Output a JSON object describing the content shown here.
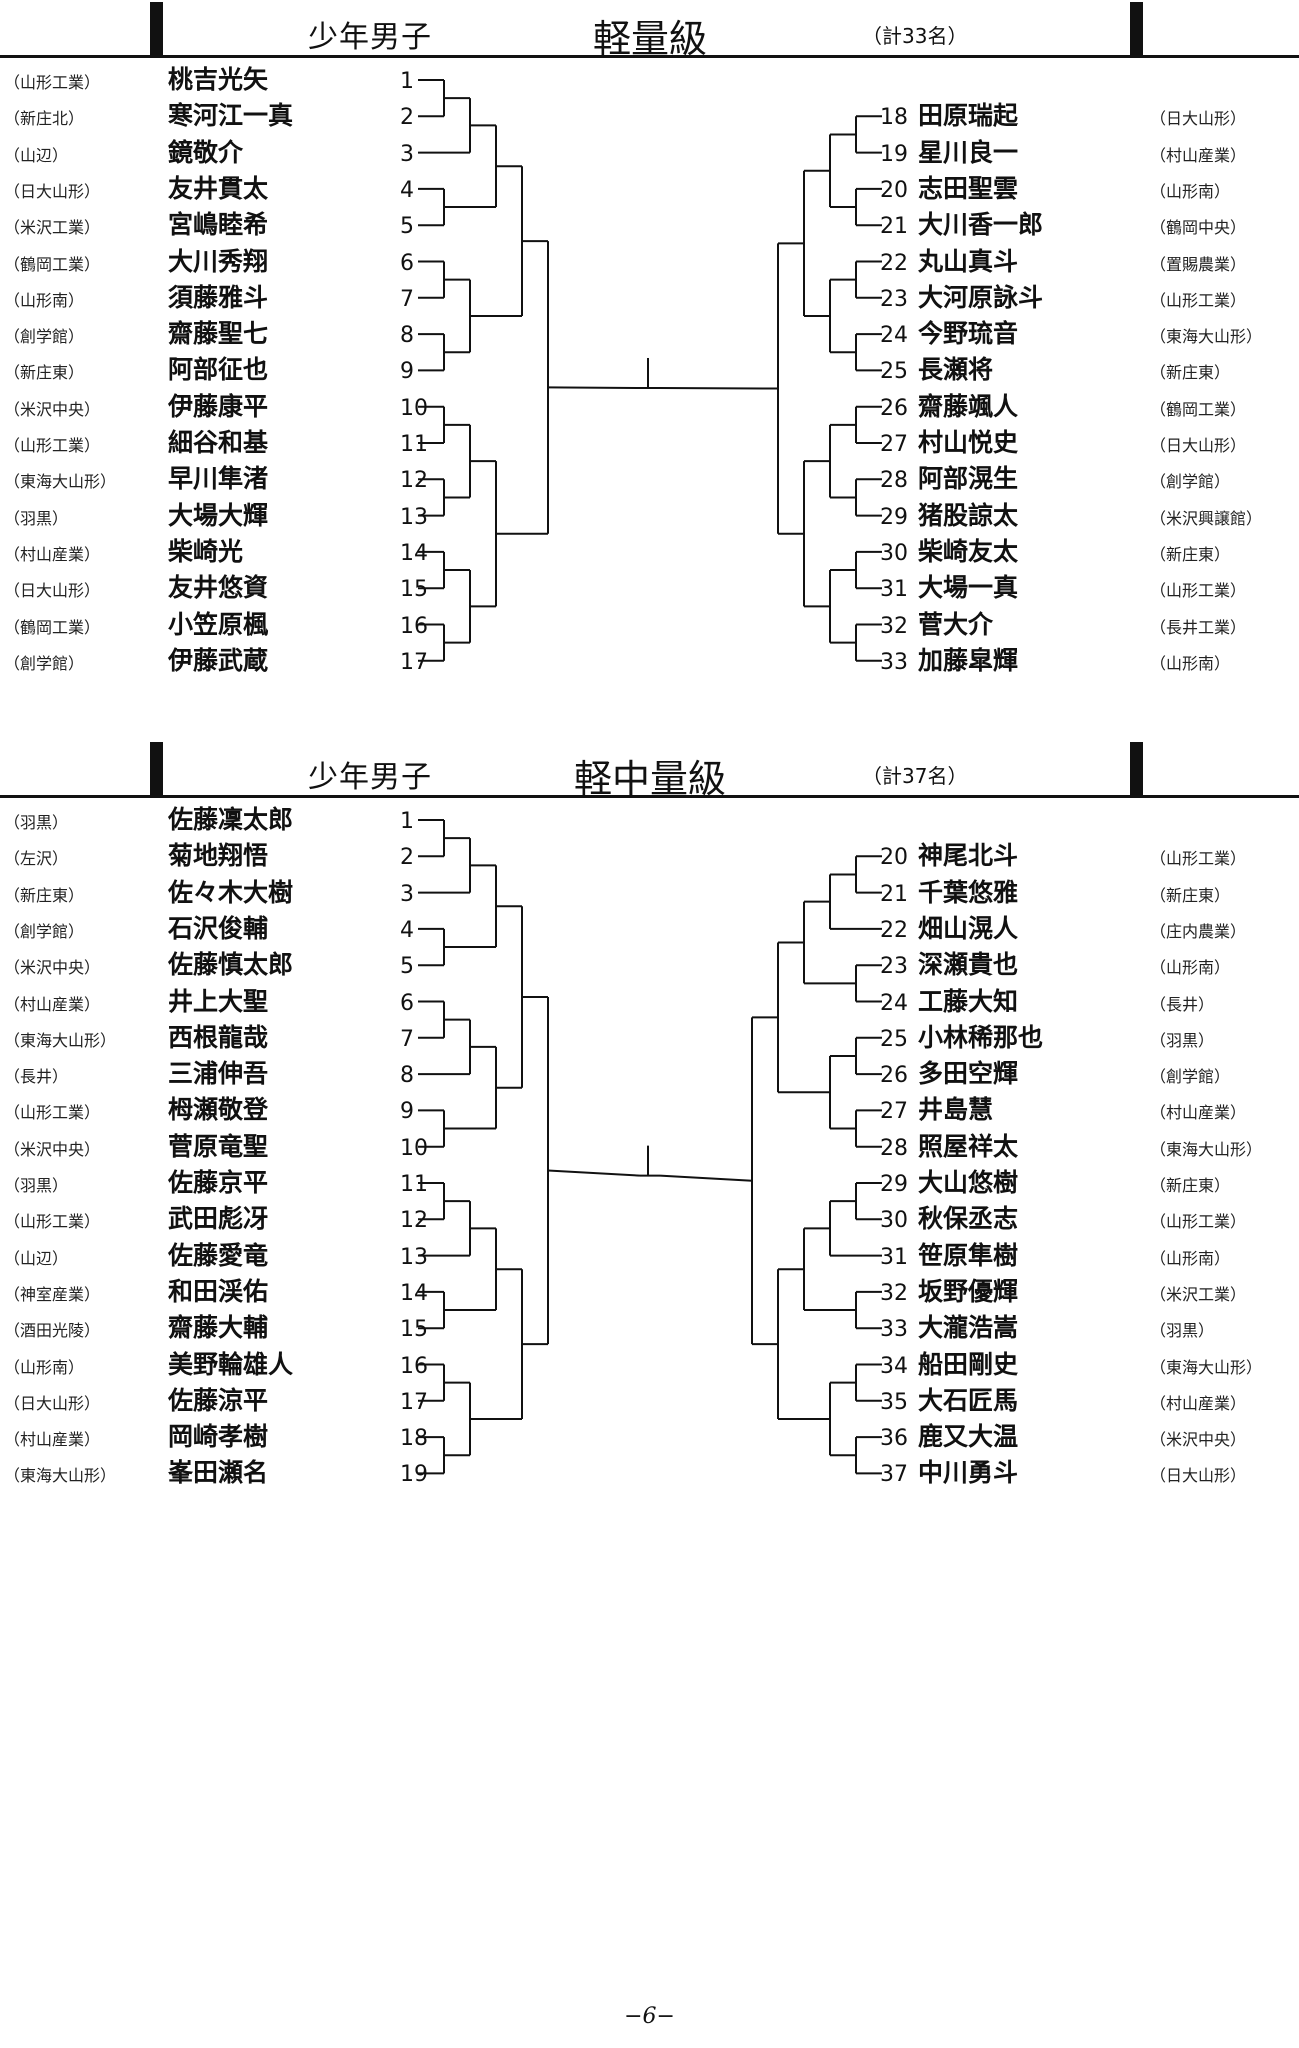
{
  "sections": [
    {
      "category": "少年男子",
      "weight_class": "軽量級",
      "total": "（計33名）",
      "left": [
        {
          "school": "（山形工業）",
          "name": "桃吉光矢",
          "num": "1"
        },
        {
          "school": "（新庄北）",
          "name": "寒河江一真",
          "num": "2"
        },
        {
          "school": "（山辺）",
          "name": "鏡敬介",
          "num": "3"
        },
        {
          "school": "（日大山形）",
          "name": "友井貫太",
          "num": "4"
        },
        {
          "school": "（米沢工業）",
          "name": "宮嶋睦希",
          "num": "5"
        },
        {
          "school": "（鶴岡工業）",
          "name": "大川秀翔",
          "num": "6"
        },
        {
          "school": "（山形南）",
          "name": "須藤雅斗",
          "num": "7"
        },
        {
          "school": "（創学館）",
          "name": "齋藤聖七",
          "num": "8"
        },
        {
          "school": "（新庄東）",
          "name": "阿部征也",
          "num": "9"
        },
        {
          "school": "（米沢中央）",
          "name": "伊藤康平",
          "num": "10"
        },
        {
          "school": "（山形工業）",
          "name": "細谷和基",
          "num": "11"
        },
        {
          "school": "（東海大山形）",
          "name": "早川隼渚",
          "num": "12"
        },
        {
          "school": "（羽黒）",
          "name": "大場大輝",
          "num": "13"
        },
        {
          "school": "（村山産業）",
          "name": "柴崎光",
          "num": "14"
        },
        {
          "school": "（日大山形）",
          "name": "友井悠資",
          "num": "15"
        },
        {
          "school": "（鶴岡工業）",
          "name": "小笠原楓",
          "num": "16"
        },
        {
          "school": "（創学館）",
          "name": "伊藤武蔵",
          "num": "17"
        }
      ],
      "right": [
        {
          "num": "18",
          "name": "田原瑞起",
          "school": "（日大山形）"
        },
        {
          "num": "19",
          "name": "星川良一",
          "school": "（村山産業）"
        },
        {
          "num": "20",
          "name": "志田聖雲",
          "school": "（山形南）"
        },
        {
          "num": "21",
          "name": "大川香一郎",
          "school": "（鶴岡中央）"
        },
        {
          "num": "22",
          "name": "丸山真斗",
          "school": "（置賜農業）"
        },
        {
          "num": "23",
          "name": "大河原詠斗",
          "school": "（山形工業）"
        },
        {
          "num": "24",
          "name": "今野琉音",
          "school": "（東海大山形）"
        },
        {
          "num": "25",
          "name": "長瀬将",
          "school": "（新庄東）"
        },
        {
          "num": "26",
          "name": "齋藤颯人",
          "school": "（鶴岡工業）"
        },
        {
          "num": "27",
          "name": "村山悦史",
          "school": "（日大山形）"
        },
        {
          "num": "28",
          "name": "阿部滉生",
          "school": "（創学館）"
        },
        {
          "num": "29",
          "name": "猪股諒太",
          "school": "（米沢興譲館）"
        },
        {
          "num": "30",
          "name": "柴崎友太",
          "school": "（新庄東）"
        },
        {
          "num": "31",
          "name": "大場一真",
          "school": "（山形工業）"
        },
        {
          "num": "32",
          "name": "菅大介",
          "school": "（長井工業）"
        },
        {
          "num": "33",
          "name": "加藤皐輝",
          "school": "（山形南）"
        }
      ]
    },
    {
      "category": "少年男子",
      "weight_class": "軽中量級",
      "total": "（計37名）",
      "left": [
        {
          "school": "（羽黒）",
          "name": "佐藤凜太郎",
          "num": "1"
        },
        {
          "school": "（左沢）",
          "name": "菊地翔悟",
          "num": "2"
        },
        {
          "school": "（新庄東）",
          "name": "佐々木大樹",
          "num": "3"
        },
        {
          "school": "（創学館）",
          "name": "石沢俊輔",
          "num": "4"
        },
        {
          "school": "（米沢中央）",
          "name": "佐藤慎太郎",
          "num": "5"
        },
        {
          "school": "（村山産業）",
          "name": "井上大聖",
          "num": "6"
        },
        {
          "school": "（東海大山形）",
          "name": "西根龍哉",
          "num": "7"
        },
        {
          "school": "（長井）",
          "name": "三浦伸吾",
          "num": "8"
        },
        {
          "school": "（山形工業）",
          "name": "栂瀬敬登",
          "num": "9"
        },
        {
          "school": "（米沢中央）",
          "name": "菅原竜聖",
          "num": "10"
        },
        {
          "school": "（羽黒）",
          "name": "佐藤京平",
          "num": "11"
        },
        {
          "school": "（山形工業）",
          "name": "武田彪冴",
          "num": "12"
        },
        {
          "school": "（山辺）",
          "name": "佐藤愛竜",
          "num": "13"
        },
        {
          "school": "（神室産業）",
          "name": "和田渓佑",
          "num": "14"
        },
        {
          "school": "（酒田光陵）",
          "name": "齋藤大輔",
          "num": "15"
        },
        {
          "school": "（山形南）",
          "name": "美野輪雄人",
          "num": "16"
        },
        {
          "school": "（日大山形）",
          "name": "佐藤涼平",
          "num": "17"
        },
        {
          "school": "（村山産業）",
          "name": "岡崎孝樹",
          "num": "18"
        },
        {
          "school": "（東海大山形）",
          "name": "峯田瀬名",
          "num": "19"
        }
      ],
      "right": [
        {
          "num": "20",
          "name": "神尾北斗",
          "school": "（山形工業）"
        },
        {
          "num": "21",
          "name": "千葉悠雅",
          "school": "（新庄東）"
        },
        {
          "num": "22",
          "name": "畑山滉人",
          "school": "（庄内農業）"
        },
        {
          "num": "23",
          "name": "深瀬貴也",
          "school": "（山形南）"
        },
        {
          "num": "24",
          "name": "工藤大知",
          "school": "（長井）"
        },
        {
          "num": "25",
          "name": "小林稀那也",
          "school": "（羽黒）"
        },
        {
          "num": "26",
          "name": "多田空輝",
          "school": "（創学館）"
        },
        {
          "num": "27",
          "name": "井島慧",
          "school": "（村山産業）"
        },
        {
          "num": "28",
          "name": "照屋祥太",
          "school": "（東海大山形）"
        },
        {
          "num": "29",
          "name": "大山悠樹",
          "school": "（新庄東）"
        },
        {
          "num": "30",
          "name": "秋保丞志",
          "school": "（山形工業）"
        },
        {
          "num": "31",
          "name": "笹原隼樹",
          "school": "（山形南）"
        },
        {
          "num": "32",
          "name": "坂野優輝",
          "school": "（米沢工業）"
        },
        {
          "num": "33",
          "name": "大瀧浩嵩",
          "school": "（羽黒）"
        },
        {
          "num": "34",
          "name": "船田剛史",
          "school": "（東海大山形）"
        },
        {
          "num": "35",
          "name": "大石匠馬",
          "school": "（村山産業）"
        },
        {
          "num": "36",
          "name": "鹿又大温",
          "school": "（米沢中央）"
        },
        {
          "num": "37",
          "name": "中川勇斗",
          "school": "（日大山形）"
        }
      ]
    }
  ],
  "page_number": "−6−"
}
